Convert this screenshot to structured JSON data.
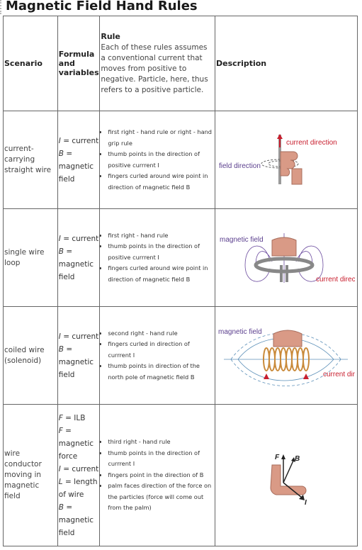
{
  "title": "Magnetic Field Hand Rules",
  "headers": {
    "scenario": "Scenario",
    "formula": "Formula and variables",
    "rule": "Rule",
    "rule_note": "Each of these rules assumes a conventional current that moves from positive to negative. Particle, here, thus refers to a positive particle.",
    "description": "Description"
  },
  "rows": [
    {
      "scenario": "current-carrying straight wire",
      "formula": [
        {
          "sym": "I",
          "text": " = current"
        },
        {
          "sym": "B",
          "text": " = magnetic field"
        }
      ],
      "rules": [
        "first right - hand rule or right - hand grip rule",
        "thumb points in the direction of positive currrent I",
        "fingers curled around wire point in direction of magnetic field B"
      ],
      "labels": {
        "a": "current direction",
        "b": "field direction"
      }
    },
    {
      "scenario": "single wire loop",
      "formula": [
        {
          "sym": "I",
          "text": " = current"
        },
        {
          "sym": "B",
          "text": " = magnetic field"
        }
      ],
      "rules": [
        "first right - hand rule",
        "thumb points in the direction of positive currrent I",
        "fingers curled around wire point in direction of magnetic field B"
      ],
      "labels": {
        "a": "magnetic field",
        "b": "current direction"
      }
    },
    {
      "scenario": "coiled wire (solenoid)",
      "formula": [
        {
          "sym": "I",
          "text": " = current"
        },
        {
          "sym": "B",
          "text": " = magnetic field"
        }
      ],
      "rules": [
        "second right - hand rule",
        "fingers curled in direction of currrent I",
        "thumb points in direction of the north pole of magnetic field B"
      ],
      "labels": {
        "a": "magnetic field",
        "b": "current direction"
      }
    },
    {
      "scenario": "wire conductor moving in magnetic field",
      "formula": [
        {
          "sym": "F",
          "text": " = ILB"
        },
        {
          "sym": "F",
          "text": " = magnetic force"
        },
        {
          "sym": "I",
          "text": " = current"
        },
        {
          "sym": "L",
          "text": " = length of wire"
        },
        {
          "sym": "B",
          "text": " = magnetic field"
        }
      ],
      "rules": [
        "third right - hand rule",
        "thumb points in the direction of currrent I",
        "fingers point in the direction of B",
        "palm faces direction of the force on the particles (force will come out from the palm)"
      ],
      "labels": {
        "f": "F",
        "b": "B",
        "i": "I"
      }
    }
  ],
  "colors": {
    "label_red": "#c81e2e",
    "label_purple": "#5b3f8e",
    "skin": "#d99a86",
    "coil": "#c98a3a"
  },
  "icons": [
    "right-hand-grip-wire-icon",
    "wire-loop-field-icon",
    "solenoid-field-icon",
    "third-right-hand-rule-icon"
  ]
}
